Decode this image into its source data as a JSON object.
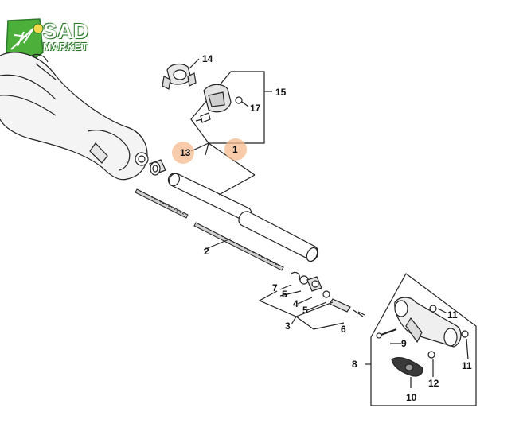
{
  "brand": {
    "line1": "SAD",
    "line2": "MARKET",
    "color": "#4caf3a"
  },
  "highlight_color": "#f5b98d",
  "callouts": {
    "c1": "1",
    "c2": "2",
    "c3": "3",
    "c4": "4",
    "c5a": "5",
    "c5b": "5",
    "c6": "6",
    "c7": "7",
    "c8": "8",
    "c9": "9",
    "c10": "10",
    "c11a": "11",
    "c11b": "11",
    "c12": "12",
    "c13": "13",
    "c14": "14",
    "c15": "15",
    "c17": "17"
  }
}
